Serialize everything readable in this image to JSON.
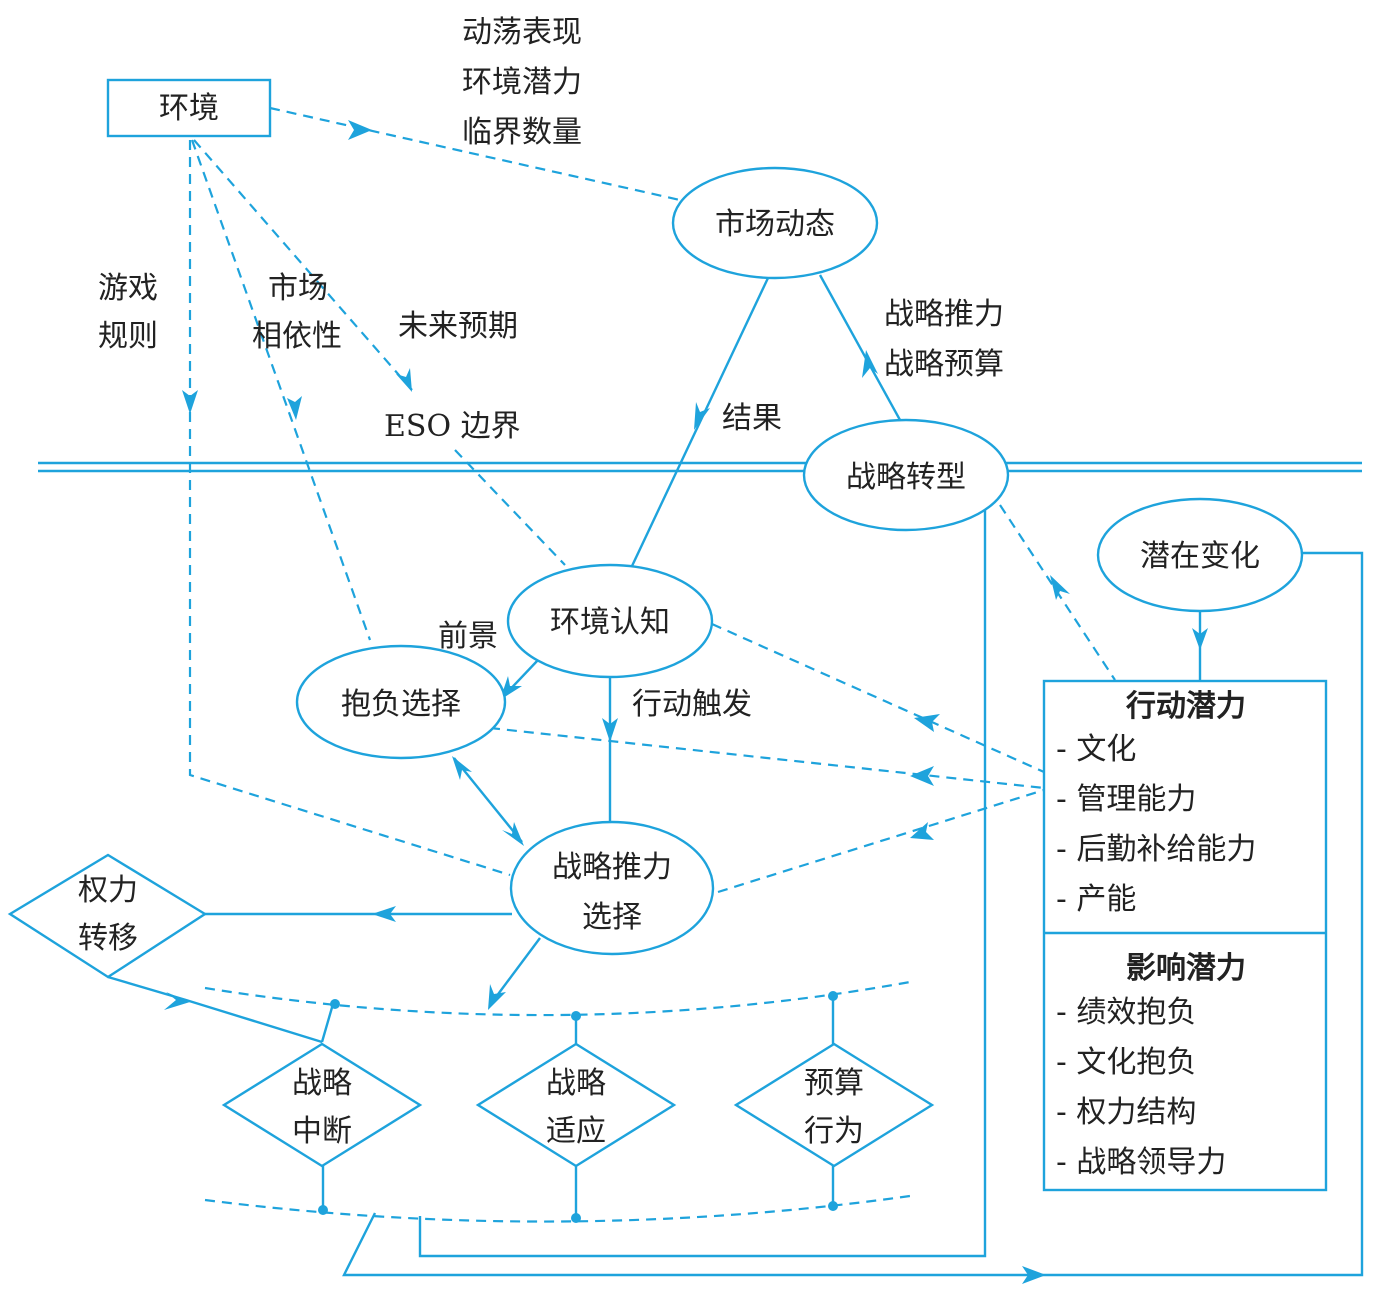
{
  "colors": {
    "accent": "#1ea3dc",
    "text": "#222222"
  },
  "nodes": {
    "environment": "环境",
    "market_dynamics": "市场动态",
    "strategic_transformation": "战略转型",
    "latent_change": "潜在变化",
    "env_cognition": "环境认知",
    "aspiration_choice": "抱负选择",
    "strategic_thrust_choice": [
      "战略推力",
      "选择"
    ],
    "power_shift": [
      "权力",
      "转移"
    ],
    "strategic_interruption": [
      "战略",
      "中断"
    ],
    "strategic_adaptation": [
      "战略",
      "适应"
    ],
    "budget_behavior": [
      "预算",
      "行为"
    ]
  },
  "labels": {
    "env_to_market": [
      "动荡表现",
      "环境潜力",
      "临界数量"
    ],
    "game_rules": [
      "游戏",
      "规则"
    ],
    "market_interdependence": [
      "市场",
      "相依性"
    ],
    "future_expectation": "未来预期",
    "eso_boundary": "ESO 边界",
    "result": "结果",
    "thrust_budget": [
      "战略推力",
      "战略预算"
    ],
    "prospect": "前景",
    "action_trigger": "行动触发"
  },
  "action_potential": {
    "title": "行动潜力",
    "items": [
      "- 文化",
      "- 管理能力",
      "- 后勤补给能力",
      "- 产能"
    ]
  },
  "influence_potential": {
    "title": "影响潜力",
    "items": [
      "- 绩效抱负",
      "- 文化抱负",
      "- 权力结构",
      "- 战略领导力"
    ]
  }
}
